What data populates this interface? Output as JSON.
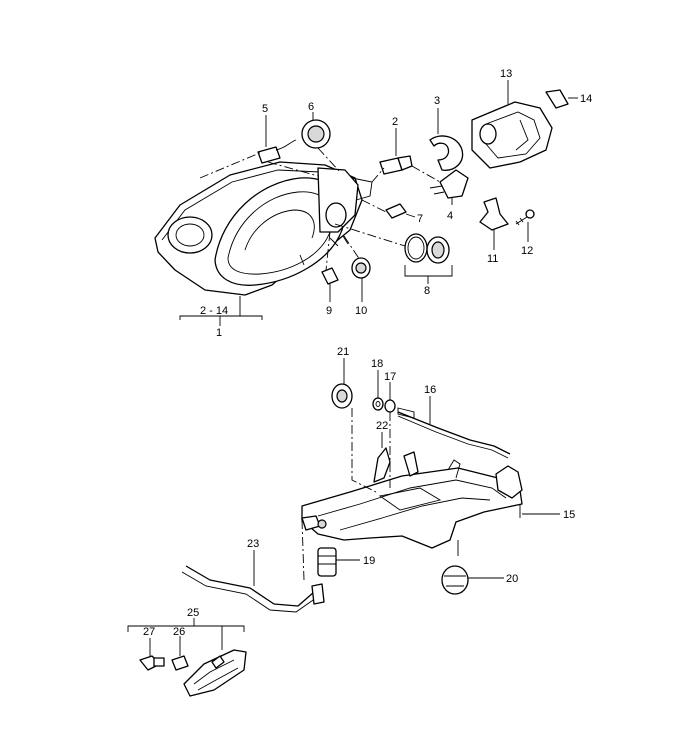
{
  "callouts": {
    "c1": "1",
    "c2": "2",
    "c3": "3",
    "c4": "4",
    "c5": "5",
    "c6": "6",
    "c7": "7",
    "c8": "8",
    "c9": "9",
    "c10": "10",
    "c11": "11",
    "c12": "12",
    "c13": "13",
    "c14": "14",
    "c15": "15",
    "c16": "16",
    "c17": "17",
    "c18": "18",
    "c19": "19",
    "c20": "20",
    "c21": "21",
    "c22": "22",
    "c23": "23",
    "c25": "25",
    "c26": "26",
    "c27": "27",
    "range_2_14": "2 - 14"
  }
}
